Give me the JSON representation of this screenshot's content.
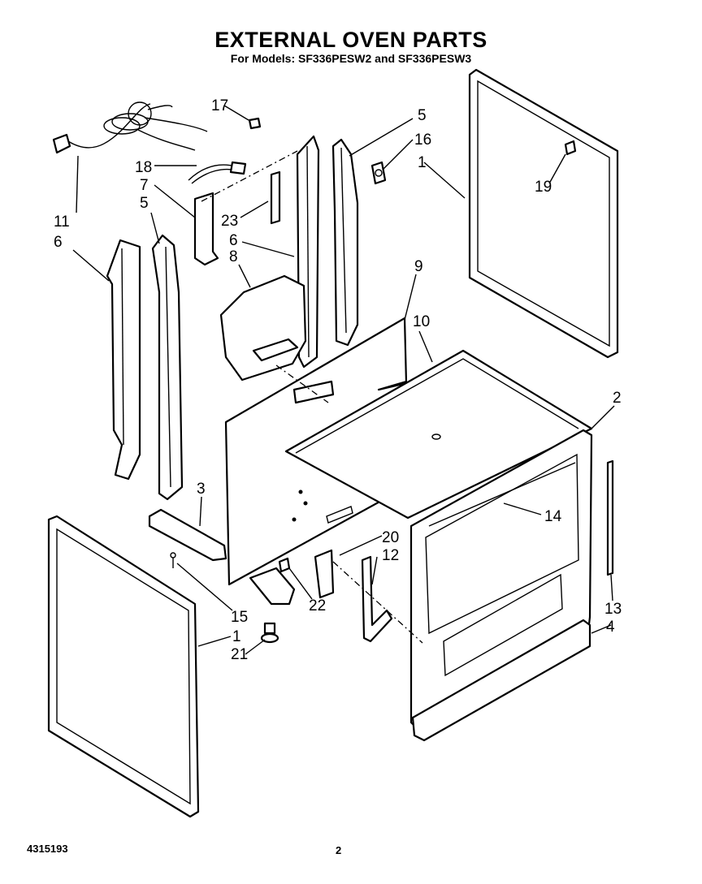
{
  "header": {
    "title": "EXTERNAL OVEN PARTS",
    "subtitle": "For Models: SF336PESW2 and SF336PESW3"
  },
  "footer": {
    "doc_number": "4315193",
    "page_number": "2"
  },
  "callouts": {
    "c1a": "1",
    "c1b": "1",
    "c2": "2",
    "c3": "3",
    "c4": "4",
    "c5a": "5",
    "c5b": "5",
    "c6a": "6",
    "c6b": "6",
    "c7": "7",
    "c8": "8",
    "c9": "9",
    "c10": "10",
    "c11": "11",
    "c12": "12",
    "c13": "13",
    "c14": "14",
    "c15": "15",
    "c16": "16",
    "c17": "17",
    "c18": "18",
    "c19": "19",
    "c20": "20",
    "c21": "21",
    "c22": "22",
    "c23": "23"
  }
}
